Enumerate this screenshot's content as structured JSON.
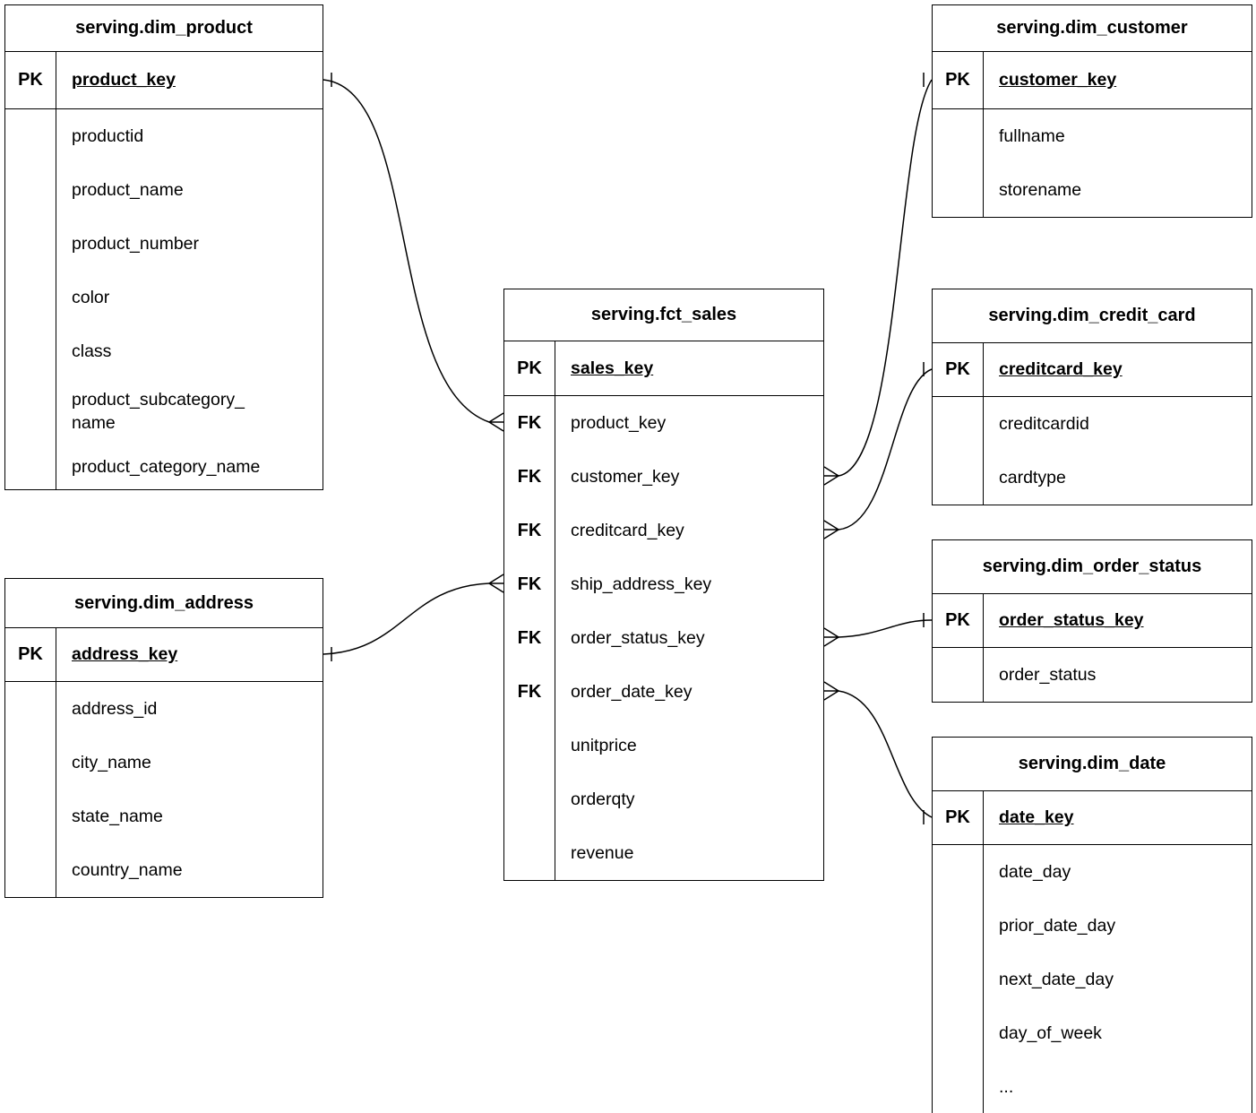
{
  "diagram": {
    "colors": {
      "background": "#ffffff",
      "line": "#000000",
      "text": "#000000"
    },
    "tables": {
      "fct_sales": {
        "title": "serving.fct_sales",
        "pk": {
          "badge": "PK",
          "field": "sales_key"
        },
        "rows": [
          {
            "badge": "FK",
            "field": "product_key"
          },
          {
            "badge": "FK",
            "field": "customer_key"
          },
          {
            "badge": "FK",
            "field": "creditcard_key"
          },
          {
            "badge": "FK",
            "field": "ship_address_key"
          },
          {
            "badge": "FK",
            "field": "order_status_key"
          },
          {
            "badge": "FK",
            "field": "order_date_key"
          },
          {
            "badge": "",
            "field": "unitprice"
          },
          {
            "badge": "",
            "field": "orderqty"
          },
          {
            "badge": "",
            "field": "revenue"
          }
        ]
      },
      "dim_product": {
        "title": "serving.dim_product",
        "pk": {
          "badge": "PK",
          "field": "product_key"
        },
        "rows": [
          {
            "badge": "",
            "field": "productid"
          },
          {
            "badge": "",
            "field": "product_name"
          },
          {
            "badge": "",
            "field": "product_number"
          },
          {
            "badge": "",
            "field": "color"
          },
          {
            "badge": "",
            "field": "class"
          },
          {
            "badge": "",
            "field": "product_subcategory_\nname"
          },
          {
            "badge": "",
            "field": "product_category_name"
          }
        ]
      },
      "dim_customer": {
        "title": "serving.dim_customer",
        "pk": {
          "badge": "PK",
          "field": "customer_key"
        },
        "rows": [
          {
            "badge": "",
            "field": "fullname"
          },
          {
            "badge": "",
            "field": "storename"
          }
        ]
      },
      "dim_credit_card": {
        "title": "serving.dim_credit_card",
        "pk": {
          "badge": "PK",
          "field": "creditcard_key"
        },
        "rows": [
          {
            "badge": "",
            "field": "creditcardid"
          },
          {
            "badge": "",
            "field": "cardtype"
          }
        ]
      },
      "dim_order_status": {
        "title": "serving.dim_order_status",
        "pk": {
          "badge": "PK",
          "field": "order_status_key"
        },
        "rows": [
          {
            "badge": "",
            "field": "order_status"
          }
        ]
      },
      "dim_date": {
        "title": "serving.dim_date",
        "pk": {
          "badge": "PK",
          "field": "date_key"
        },
        "rows": [
          {
            "badge": "",
            "field": "date_day"
          },
          {
            "badge": "",
            "field": "prior_date_day"
          },
          {
            "badge": "",
            "field": "next_date_day"
          },
          {
            "badge": "",
            "field": "day_of_week"
          },
          {
            "badge": "",
            "field": "..."
          }
        ]
      },
      "dim_address": {
        "title": "serving.dim_address",
        "pk": {
          "badge": "PK",
          "field": "address_key"
        },
        "rows": [
          {
            "badge": "",
            "field": "address_id"
          },
          {
            "badge": "",
            "field": "city_name"
          },
          {
            "badge": "",
            "field": "state_name"
          },
          {
            "badge": "",
            "field": "country_name"
          }
        ]
      }
    },
    "relationships": [
      {
        "many": "serving.fct_sales.product_key",
        "one": "serving.dim_product.product_key",
        "cardinality": "many-to-one"
      },
      {
        "many": "serving.fct_sales.customer_key",
        "one": "serving.dim_customer.customer_key",
        "cardinality": "many-to-one"
      },
      {
        "many": "serving.fct_sales.creditcard_key",
        "one": "serving.dim_credit_card.creditcard_key",
        "cardinality": "many-to-one"
      },
      {
        "many": "serving.fct_sales.ship_address_key",
        "one": "serving.dim_address.address_key",
        "cardinality": "many-to-one"
      },
      {
        "many": "serving.fct_sales.order_status_key",
        "one": "serving.dim_order_status.order_status_key",
        "cardinality": "many-to-one"
      },
      {
        "many": "serving.fct_sales.order_date_key",
        "one": "serving.dim_date.date_key",
        "cardinality": "many-to-one"
      }
    ]
  }
}
